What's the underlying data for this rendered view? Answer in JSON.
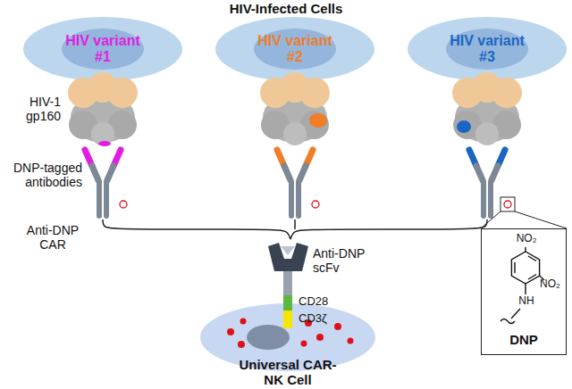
{
  "diagram": {
    "title": "HIV-Infected Cells",
    "nodes": [
      {
        "text": [
          "HIV variant #1"
        ]
      },
      {
        "text": [
          "HIV variant #2"
        ]
      },
      {
        "text": [
          "HIV variant #3"
        ]
      },
      {
        "text": [
          "Universal CAR-NK Cell"
        ]
      },
      {
        "text": [
          "DNP"
        ]
      }
    ],
    "labels": [
      "HIV-1 gp160",
      "DNP-tagged antibodies",
      "Anti-DNP CAR",
      "Anti-DNP scFv",
      "CD28",
      "CD3ζ",
      "NO₂",
      "NO₂",
      "NH"
    ]
  }
}
